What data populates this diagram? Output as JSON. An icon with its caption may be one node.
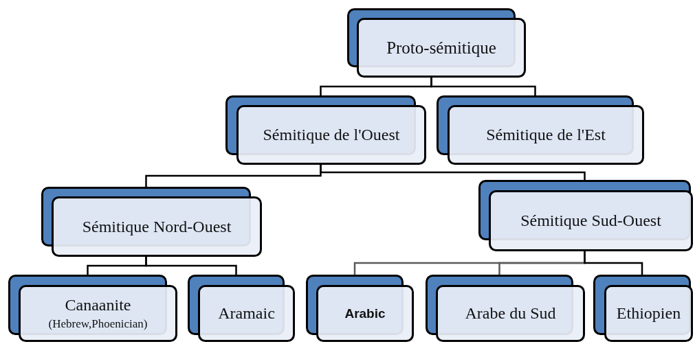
{
  "diagram": {
    "nodes": [
      {
        "text": [
          "Proto-sémitique"
        ]
      },
      {
        "text": [
          "Sémitique de l'Ouest"
        ]
      },
      {
        "text": [
          "Sémitique de l'Est"
        ]
      },
      {
        "text": [
          "Sémitique Nord-Ouest"
        ]
      },
      {
        "text": [
          "Sémitique Sud-Ouest"
        ]
      },
      {
        "text": [
          "Canaanite",
          "(Hebrew,Phoenician)"
        ]
      },
      {
        "text": [
          "Aramaic"
        ]
      },
      {
        "text": [
          "Arabic"
        ]
      },
      {
        "text": [
          "Arabe du Sud"
        ]
      },
      {
        "text": [
          "Ethiopien"
        ]
      }
    ],
    "edges": [
      {
        "from": 0,
        "to": 1,
        "arrow": "none"
      },
      {
        "from": 0,
        "to": 2,
        "arrow": "none"
      },
      {
        "from": 1,
        "to": 3,
        "arrow": "none"
      },
      {
        "from": 1,
        "to": 4,
        "arrow": "none"
      },
      {
        "from": 3,
        "to": 5,
        "arrow": "none"
      },
      {
        "from": 3,
        "to": 6,
        "arrow": "none"
      },
      {
        "from": 4,
        "to": 7,
        "arrow": "none",
        "color": "#5a5a5a"
      },
      {
        "from": 4,
        "to": 8,
        "arrow": "none",
        "color": "#5a5a5a"
      },
      {
        "from": 4,
        "to": 9,
        "arrow": "none"
      }
    ]
  }
}
